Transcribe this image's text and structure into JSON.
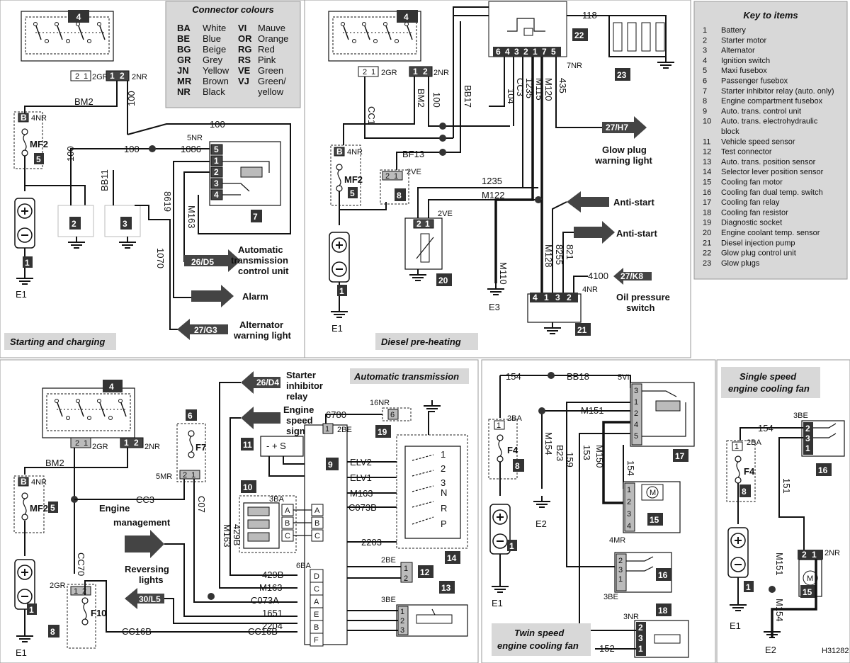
{
  "connector_colours": {
    "title": "Connector colours",
    "left": [
      {
        "code": "BA",
        "name": "White"
      },
      {
        "code": "BE",
        "name": "Blue"
      },
      {
        "code": "BG",
        "name": "Beige"
      },
      {
        "code": "GR",
        "name": "Grey"
      },
      {
        "code": "JN",
        "name": "Yellow"
      },
      {
        "code": "MR",
        "name": "Brown"
      },
      {
        "code": "NR",
        "name": "Black"
      }
    ],
    "right": [
      {
        "code": "VI",
        "name": "Mauve"
      },
      {
        "code": "OR",
        "name": "Orange"
      },
      {
        "code": "RG",
        "name": "Red"
      },
      {
        "code": "RS",
        "name": "Pink"
      },
      {
        "code": "VE",
        "name": "Green"
      },
      {
        "code": "VJ",
        "name": "Green/"
      },
      {
        "code": "",
        "name": "yellow"
      }
    ]
  },
  "key": {
    "title": "Key to items",
    "items": [
      {
        "n": "1",
        "label": "Battery"
      },
      {
        "n": "2",
        "label": "Starter motor"
      },
      {
        "n": "3",
        "label": "Alternator"
      },
      {
        "n": "4",
        "label": "Ignition switch"
      },
      {
        "n": "5",
        "label": "Maxi fusebox"
      },
      {
        "n": "6",
        "label": "Passenger fusebox"
      },
      {
        "n": "7",
        "label": "Starter inhibitor relay (auto. only)"
      },
      {
        "n": "8",
        "label": "Engine compartment fusebox"
      },
      {
        "n": "9",
        "label": "Auto. trans. control unit"
      },
      {
        "n": "10",
        "label": "Auto. trans. electrohydraulic"
      },
      {
        "n": "",
        "label": "block"
      },
      {
        "n": "11",
        "label": "Vehicle speed sensor"
      },
      {
        "n": "12",
        "label": "Test connector"
      },
      {
        "n": "13",
        "label": "Auto. trans. position sensor"
      },
      {
        "n": "14",
        "label": "Selector lever position sensor"
      },
      {
        "n": "15",
        "label": "Cooling fan motor"
      },
      {
        "n": "16",
        "label": "Cooling fan dual temp. switch"
      },
      {
        "n": "17",
        "label": "Cooling fan relay"
      },
      {
        "n": "18",
        "label": "Cooling fan resistor"
      },
      {
        "n": "19",
        "label": "Diagnostic socket"
      },
      {
        "n": "20",
        "label": "Engine coolant temp. sensor"
      },
      {
        "n": "21",
        "label": "Diesel injection pump"
      },
      {
        "n": "22",
        "label": "Glow plug control unit"
      },
      {
        "n": "23",
        "label": "Glow plugs"
      }
    ]
  },
  "sections": {
    "starting": "Starting and charging",
    "diesel": "Diesel pre-heating",
    "auto": "Automatic transmission",
    "twin": "Twin speed\nengine cooling fan",
    "twin1": "Twin speed",
    "twin2": "engine cooling fan",
    "single1": "Single speed",
    "single2": "engine cooling fan"
  },
  "labels": {
    "bm2": "BM2",
    "l100": "100",
    "l1086": "1086",
    "bb11": "BB11",
    "l8619": "8619",
    "l1070": "1070",
    "m163": "M163",
    "conn_2gr": "2GR",
    "conn_2nr": "2NR",
    "conn_4nr": "4NR",
    "conn_5nr": "5NR",
    "mf2": "MF2",
    "e1": "E1",
    "e2": "E2",
    "e3": "E3",
    "acu_ref": "26/D5",
    "acu_text1": "Automatic",
    "acu_text2": "transmission",
    "acu_text3": "control unit",
    "alarm": "Alarm",
    "alt_ref": "27/G3",
    "alt_text1": "Alternator",
    "alt_text2": "warning light",
    "cc1": "CC1",
    "bb17": "BB17",
    "bf13": "BF13",
    "l104": "104",
    "cc3": "CC3",
    "l1235": "1235",
    "m115": "M115",
    "m120": "M120",
    "l435": "435",
    "l118": "118",
    "conn_7nr": "7NR",
    "conn_2ve": "2VE",
    "m122": "M122",
    "m110": "M110",
    "m128": "M128",
    "l8255": "8255",
    "l821": "821",
    "l4100": "4100",
    "glow_ref": "27/H7",
    "glow_text1": "Glow plug",
    "glow_text2": "warning light",
    "antistart": "Anti-start",
    "oil_ref": "27/K8",
    "oil_text1": "Oil pressure",
    "oil_text2": "switch",
    "starter_ref": "26/D4",
    "starter_text1": "Starter",
    "starter_text2": "inhibitor",
    "starter_text3": "relay",
    "engspeed1": "Engine",
    "engspeed2": "speed",
    "engspeed3": "signal",
    "engmgmt1": "Engine",
    "engmgmt2": "management",
    "rev_ref": "30/L5",
    "rev1": "Reversing",
    "rev2": "lights",
    "cc3b": "CC3",
    "c07": "C07",
    "conn_5mr": "5MR",
    "f7": "F7",
    "l429b": "429B",
    "l6780": "6780",
    "conn_16nr": "16NR",
    "conn_2be": "2BE",
    "elv2": "ELV2",
    "elv1": "ELV1",
    "c073b": "C073B",
    "l2203": "2203",
    "c073a": "C073A",
    "l1651": "1651",
    "l2204": "2204",
    "cc16b": "CC16B",
    "cc70": "CC70",
    "f10": "F10",
    "conn_3ba": "3BA",
    "conn_6ba": "6BA",
    "conn_3be": "3BE",
    "l154": "154",
    "bb18": "BB18",
    "conn_5vi": "5VI",
    "conn_2ba": "2BA",
    "f4": "F4",
    "m151": "M151",
    "m154": "M154",
    "b23": "B23",
    "l153": "153",
    "l159": "159",
    "m150": "M150",
    "conn_4mr": "4MR",
    "conn_3nr": "3NR",
    "l152": "152",
    "l151": "151",
    "ref_code": "H31282"
  }
}
